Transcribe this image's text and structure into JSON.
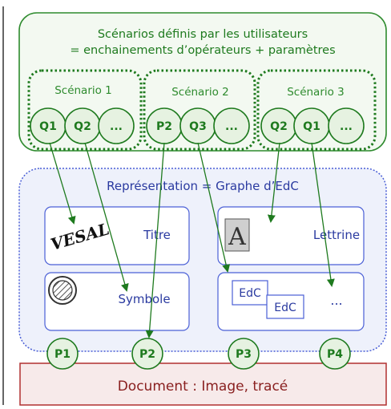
{
  "header": {
    "line1": "Scénarios définis par les utilisateurs",
    "line2": "= enchainements d’opérateurs + paramètres"
  },
  "scenarios": [
    {
      "label": "Scénario 1",
      "ops": [
        "Q1",
        "Q2",
        "..."
      ]
    },
    {
      "label": "Scénario 2",
      "ops": [
        "P2",
        "Q3",
        "..."
      ]
    },
    {
      "label": "Scénario 3",
      "ops": [
        "Q2",
        "Q1",
        "..."
      ]
    }
  ],
  "representation": {
    "title": "Représentation = Graphe d’EdC",
    "boxes": {
      "titre": "Titre",
      "lettrine": "Lettrine",
      "symbole": "Symbole",
      "edc1": "EdC",
      "edc2": "EdC",
      "more": "..."
    },
    "vesal": "VESAL"
  },
  "primitives": [
    "P1",
    "P2",
    "P3",
    "P4"
  ],
  "document": {
    "label": "Document : Image, tracé"
  },
  "colors": {
    "green_dark": "#1e7a1e",
    "green_border": "#2e8b2e",
    "green_bg": "#f3f9f1",
    "green_circle": "#e6f2e1",
    "blue_border": "#4a5fd6",
    "blue_bg": "#eef1fb",
    "blue_text": "#2a3aa0",
    "red_border": "#b03030",
    "red_bg": "#f7eaea",
    "red_text": "#8a2020"
  }
}
